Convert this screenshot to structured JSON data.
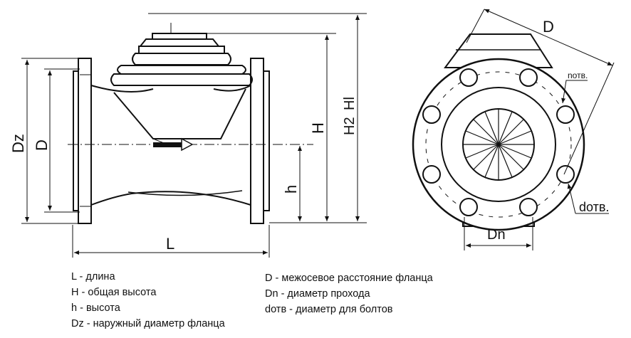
{
  "drawing": {
    "side_view_labels": {
      "dz": "Dz",
      "d": "D",
      "l": "L",
      "h": "h",
      "h_total": "H",
      "h2": "H2",
      "h1": "Hl"
    },
    "front_view_labels": {
      "d": "D",
      "dn": "Dn",
      "n_otv": "nотв.",
      "d_otv": "dотв."
    }
  },
  "legend": {
    "left": [
      "L - длина",
      "H - общая высота",
      "h - высота",
      "Dz - наружный диаметр фланца"
    ],
    "right": [
      "D - межосевое расстояние фланца",
      "Dn - диаметр прохода",
      "dотв - диаметр для болтов"
    ]
  }
}
